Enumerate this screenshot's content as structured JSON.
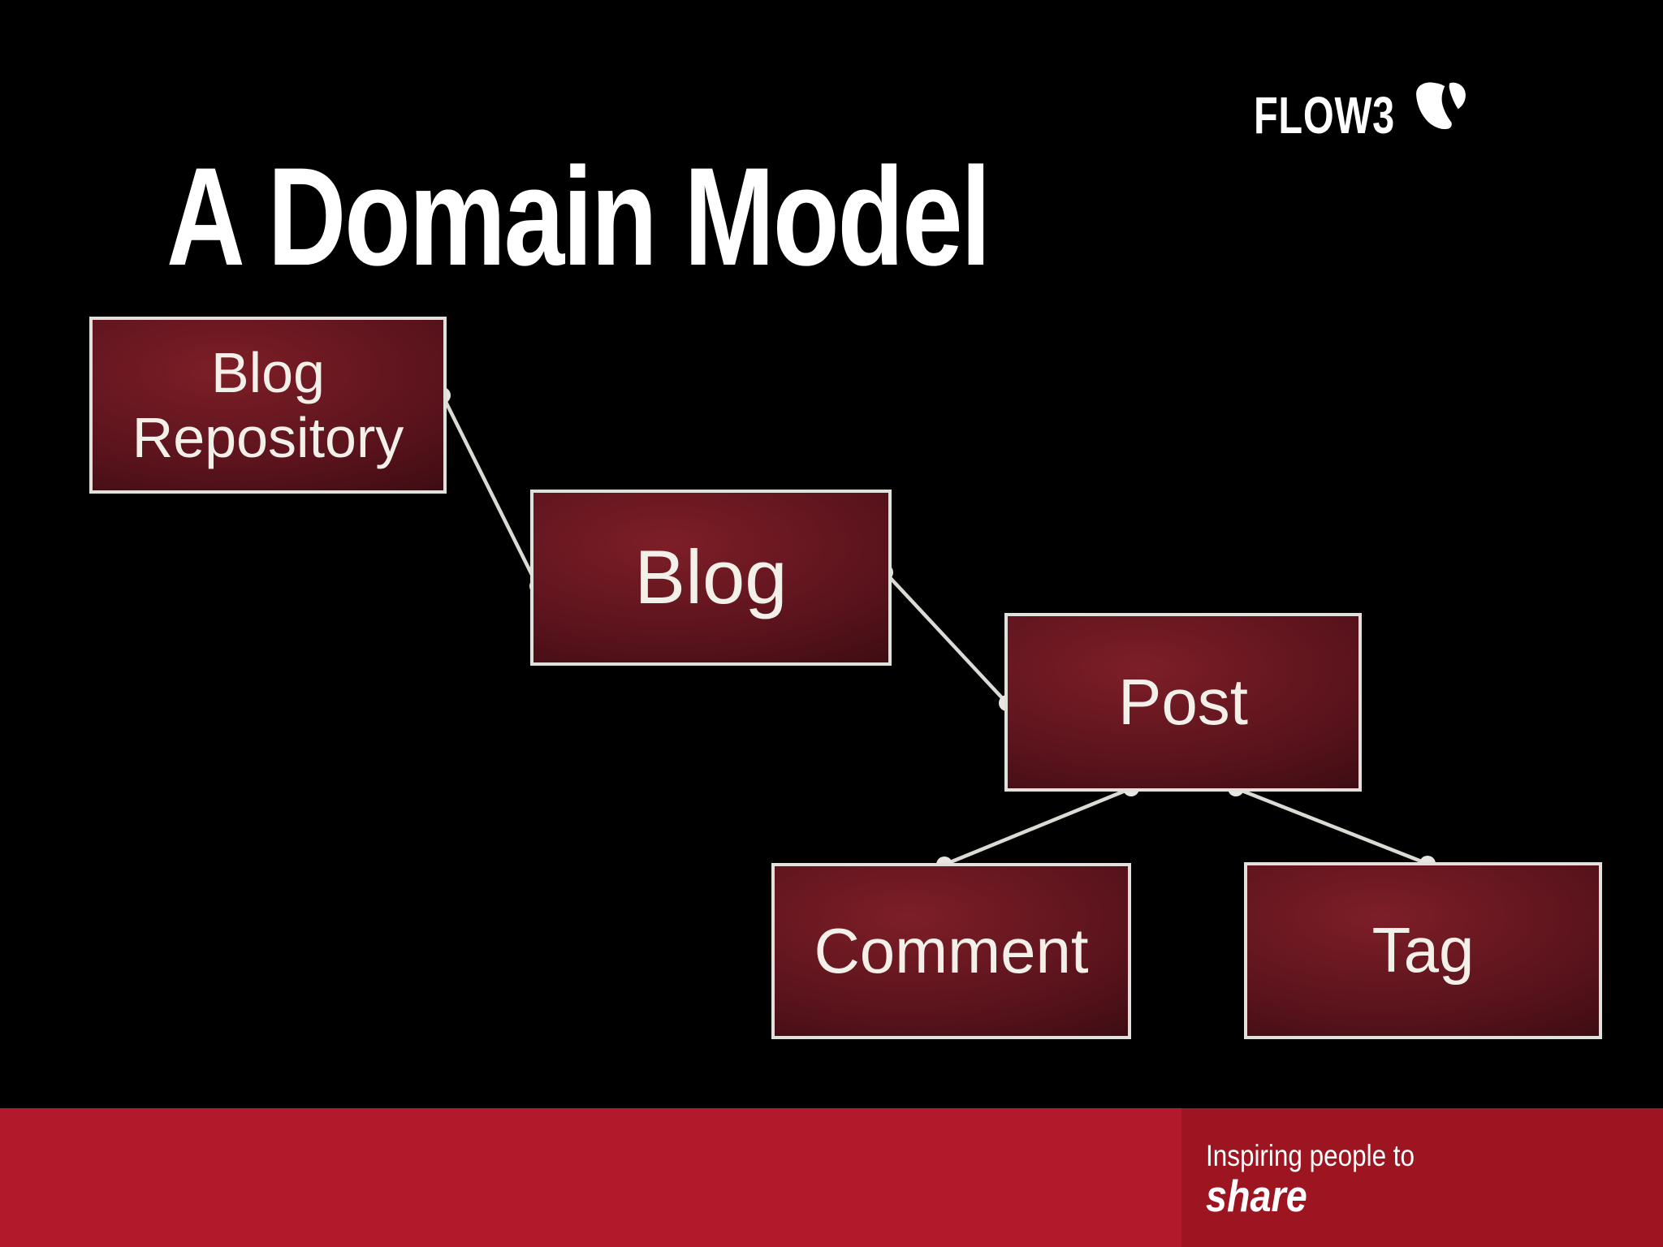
{
  "title": "A Domain Model",
  "logo": {
    "text": "FLOW3",
    "icon": "typo3-logo-icon"
  },
  "diagram": {
    "nodes": [
      {
        "id": "blog-repository",
        "label": "Blog Repository"
      },
      {
        "id": "blog",
        "label": "Blog"
      },
      {
        "id": "post",
        "label": "Post"
      },
      {
        "id": "comment",
        "label": "Comment"
      },
      {
        "id": "tag",
        "label": "Tag"
      }
    ],
    "edges": [
      {
        "from": "blog-repository",
        "to": "blog"
      },
      {
        "from": "blog",
        "to": "post"
      },
      {
        "from": "post",
        "to": "comment"
      },
      {
        "from": "post",
        "to": "tag"
      }
    ]
  },
  "footer": {
    "line1": "Inspiring people to",
    "line2": "share"
  },
  "colors": {
    "background": "#000000",
    "box_gradient_light": "#7d1e27",
    "box_gradient_dark": "#200509",
    "box_border": "#e2e0db",
    "connector": "#dcdad5",
    "footer_bar_left": "#b2192a",
    "footer_bar_right": "#9c1521",
    "text": "#ffffff"
  }
}
